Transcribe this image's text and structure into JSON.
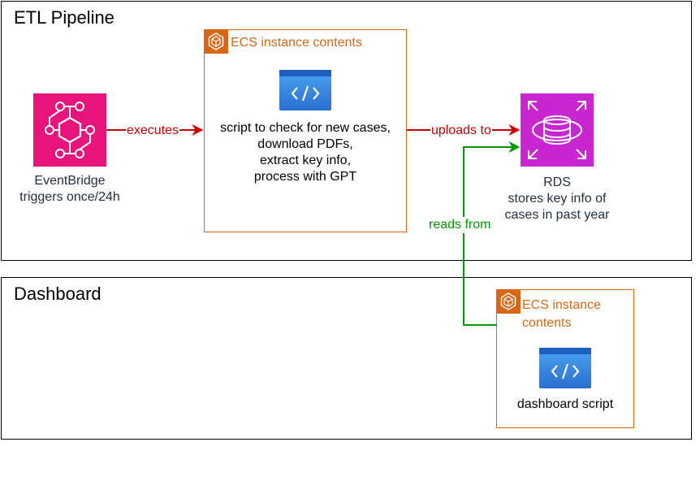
{
  "panels": {
    "etl": {
      "title": "ETL Pipeline"
    },
    "dashboard": {
      "title": "Dashboard"
    }
  },
  "groups": {
    "etl_ecs": {
      "title": "ECS instance contents",
      "badge_icon": "ecs-icon",
      "script_icon": "code-file-icon",
      "script_lines": [
        "script to check for new cases,",
        "download PDFs,",
        "extract key info,",
        "process with GPT"
      ]
    },
    "dash_ecs": {
      "title_lines": [
        "ECS instance",
        "contents"
      ],
      "badge_icon": "ecs-icon",
      "script_icon": "code-file-icon",
      "script_label": "dashboard script"
    }
  },
  "nodes": {
    "eventbridge": {
      "icon": "eventbridge-icon",
      "lines": [
        "EventBridge",
        "triggers once/24h"
      ]
    },
    "rds": {
      "icon": "rds-icon",
      "lines": [
        "RDS",
        "stores key info of",
        "cases in past year"
      ]
    }
  },
  "edges": {
    "executes": {
      "label": "executes",
      "color": "#cc0000"
    },
    "uploads": {
      "label": "uploads to",
      "color": "#cc0000"
    },
    "reads": {
      "label": "reads from",
      "color": "#009900"
    }
  },
  "colors": {
    "ecs_orange": "#d86613",
    "eventbridge_pink": "#e7157b",
    "rds_purple": "#c925d1",
    "code_blue": "#2f80d8",
    "edge_red": "#cc0000",
    "edge_green": "#009900"
  }
}
